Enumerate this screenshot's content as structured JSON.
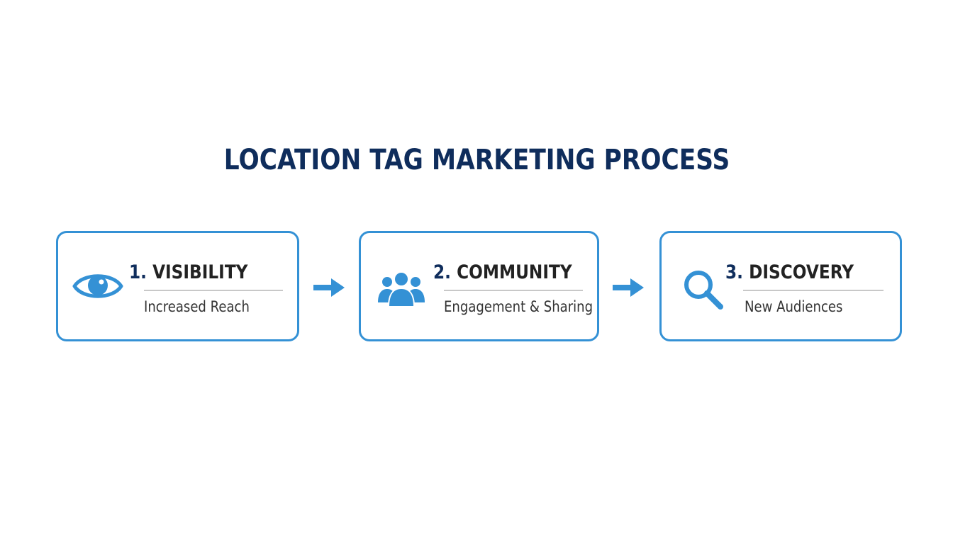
{
  "title": "LOCATION TAG MARKETING PROCESS",
  "colors": {
    "title": "#0f2d5c",
    "accent": "#3491d5",
    "heading_text": "#222222",
    "sub_text": "#333333",
    "divider": "#c8c8c8"
  },
  "steps": [
    {
      "number": "1.",
      "label": "VISIBILITY",
      "subtitle": "Increased Reach",
      "icon": "eye-icon"
    },
    {
      "number": "2.",
      "label": "COMMUNITY",
      "subtitle": "Engagement & Sharing",
      "icon": "people-group-icon"
    },
    {
      "number": "3.",
      "label": "DISCOVERY",
      "subtitle": "New Audiences",
      "icon": "magnifier-icon"
    }
  ],
  "connectors": [
    "arrow-right-icon",
    "arrow-right-icon"
  ]
}
